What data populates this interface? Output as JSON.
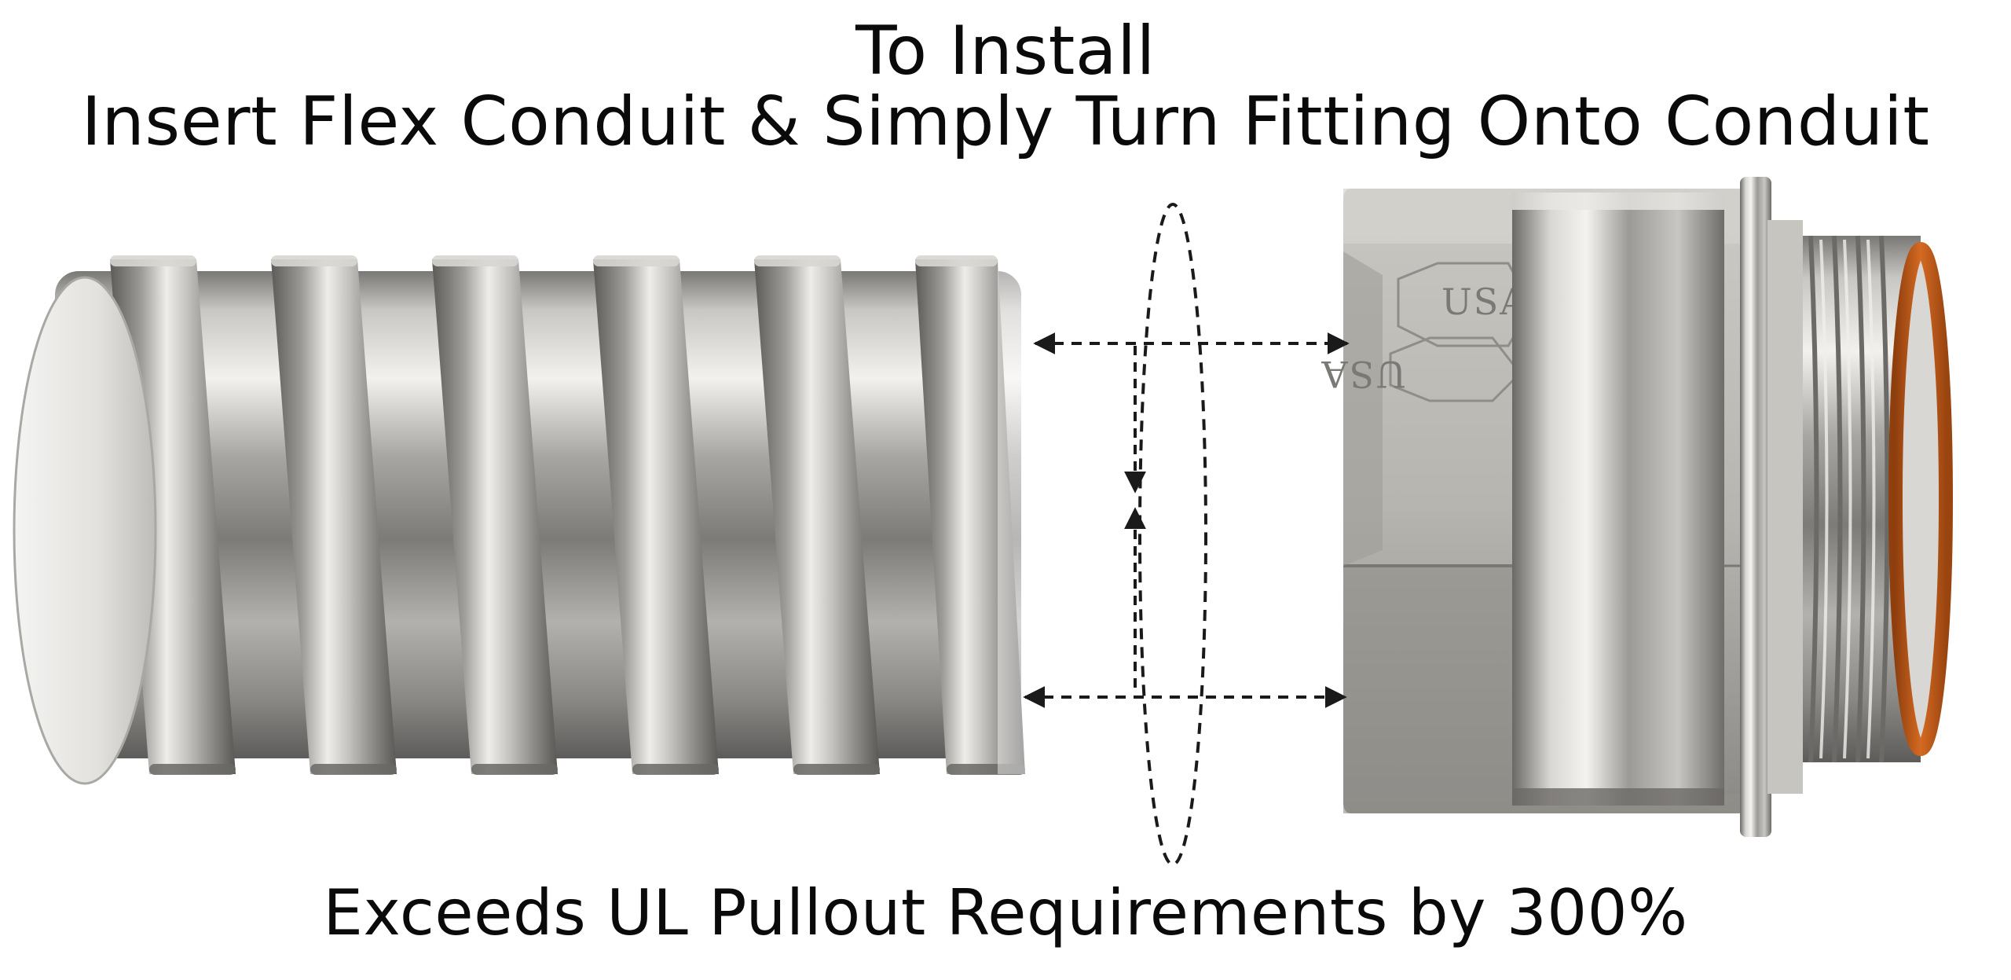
{
  "heading": {
    "line1": "To Install",
    "line2": "Insert Flex Conduit & Simply Turn Fitting Onto Conduit"
  },
  "footer": {
    "text": "Exceeds UL Pullout Requirements by 300%"
  },
  "fitting": {
    "stamp": "USA"
  },
  "colors": {
    "text": "#0a0a0a",
    "steel_dark": "#6e6c69",
    "steel_mid": "#a9a7a3",
    "steel_light": "#e6e4df",
    "gasket": "#c5621d",
    "arrow": "#1a1a1a"
  },
  "icons": {
    "rotation": "rotate-ellipse-icon",
    "insert": "double-arrow-icon"
  }
}
